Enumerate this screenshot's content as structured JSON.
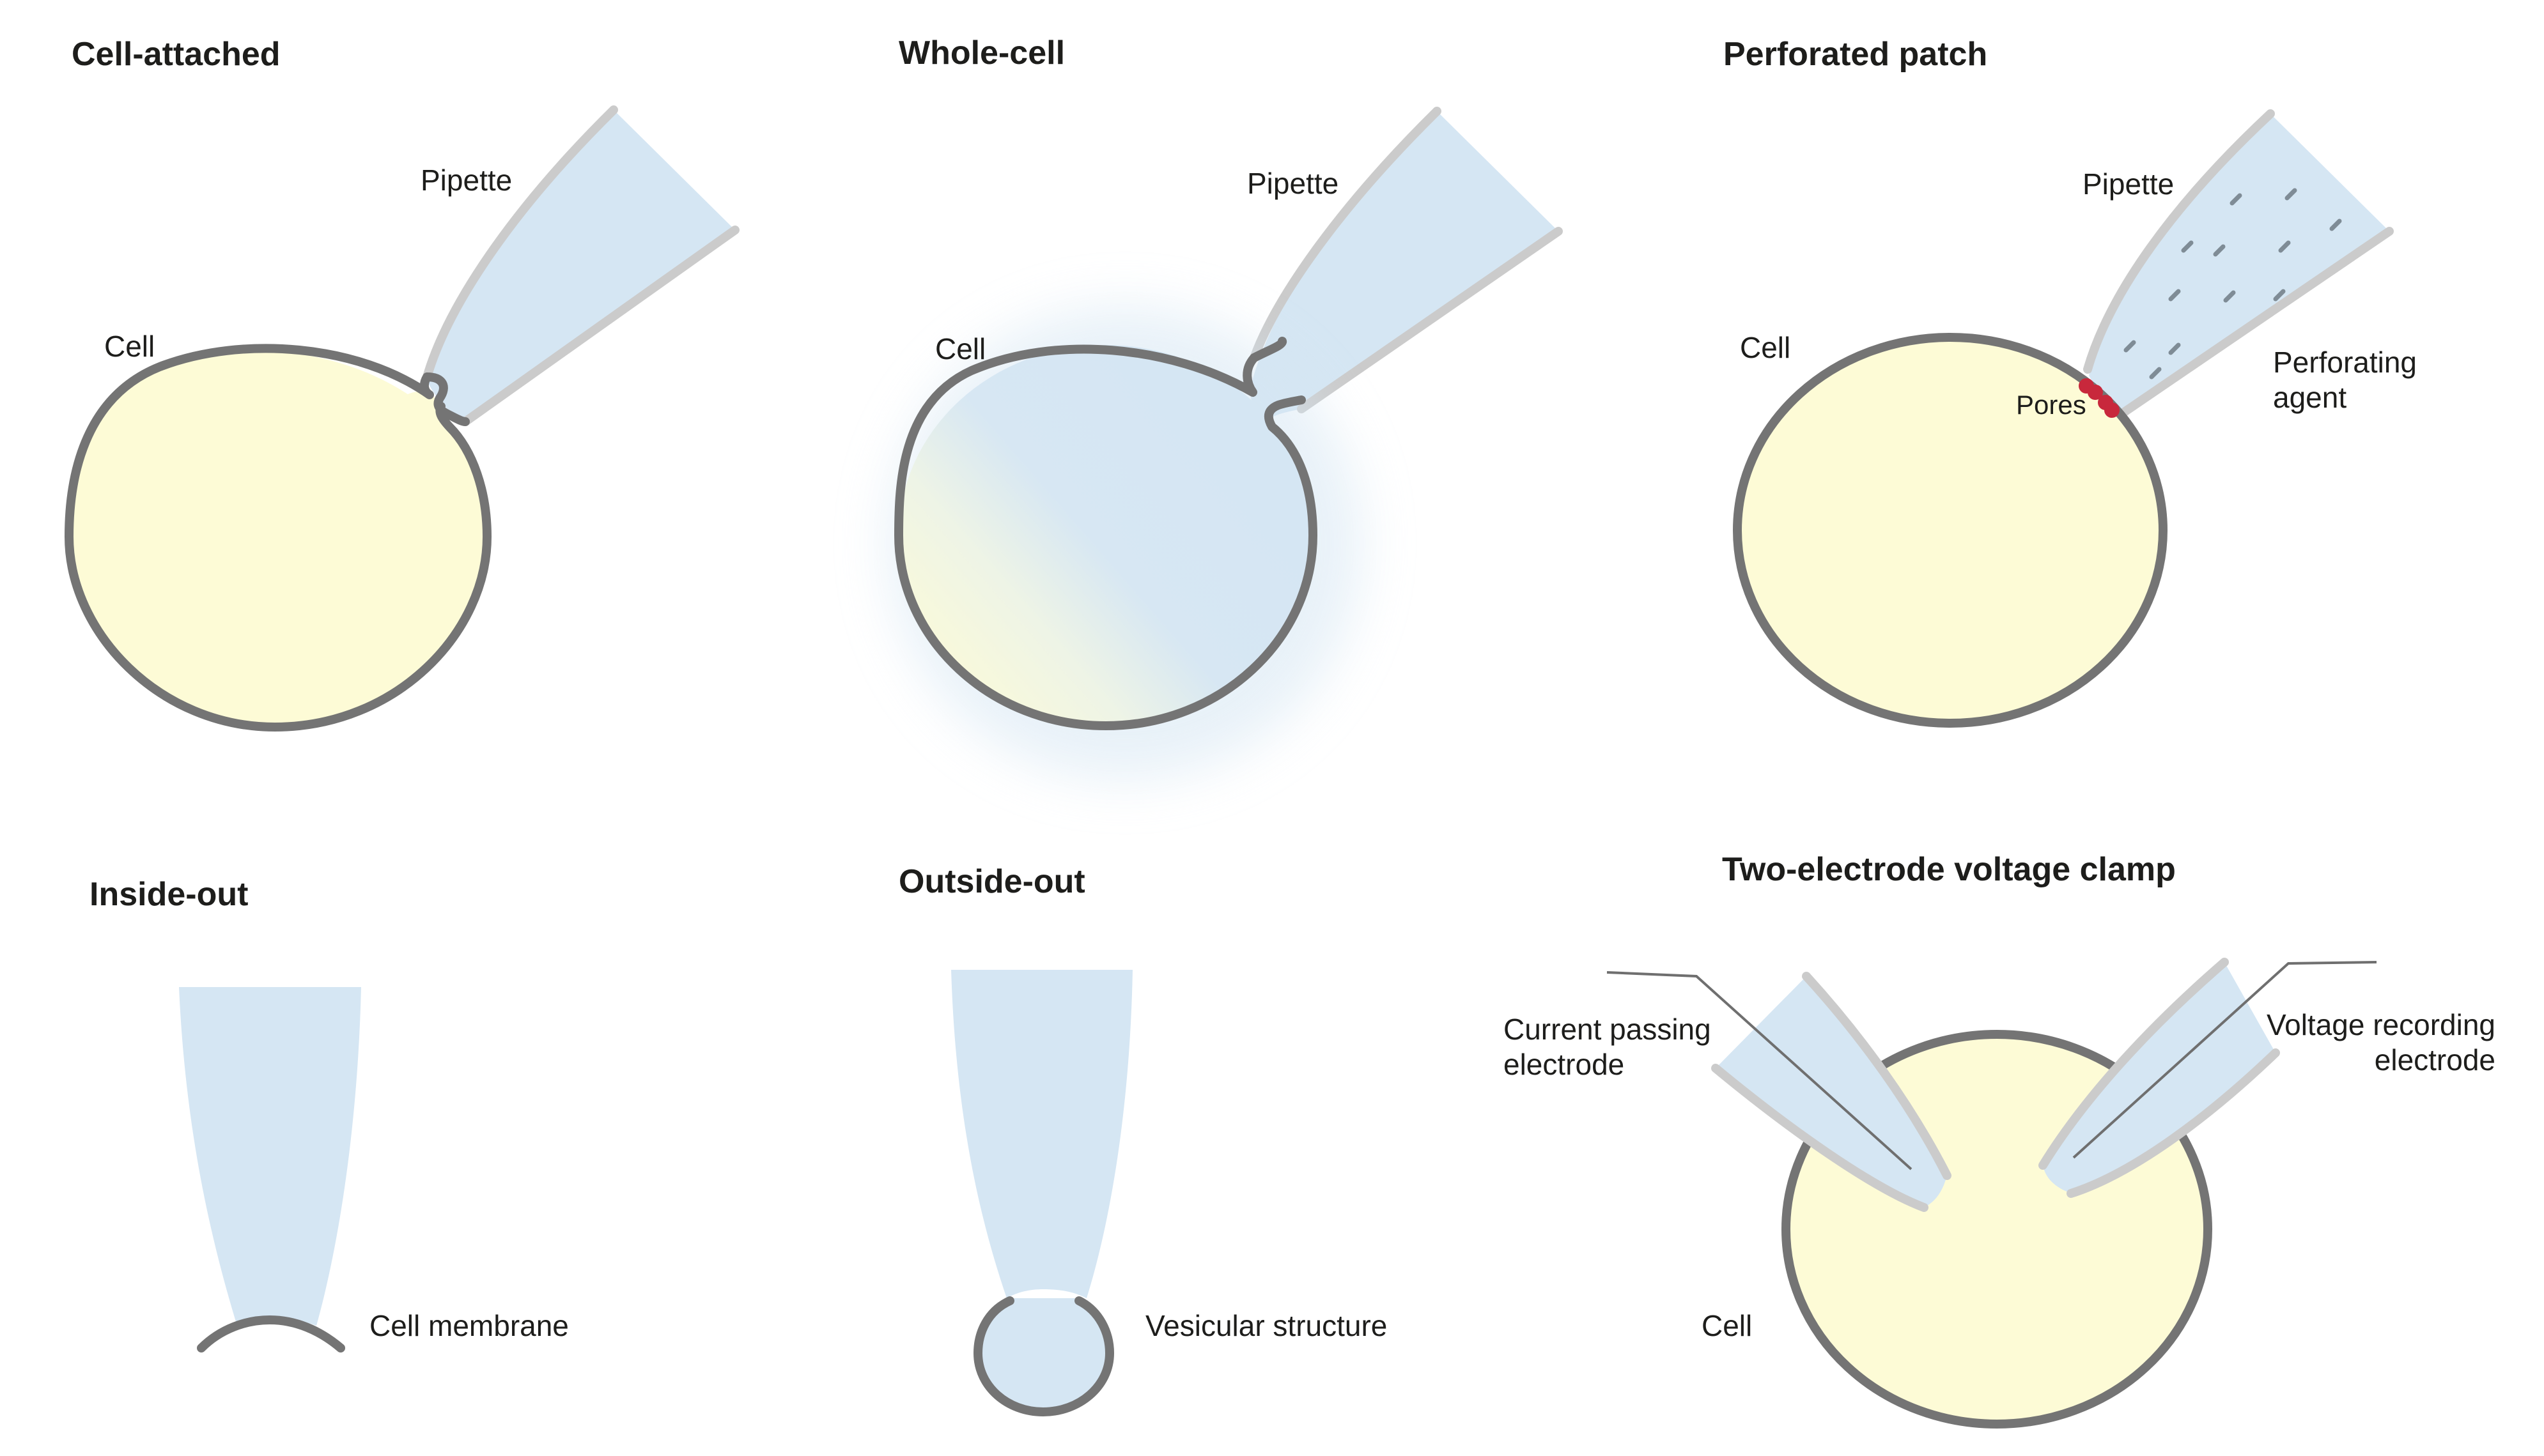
{
  "panels": {
    "cell_attached": {
      "title": "Cell-attached",
      "pipette_label": "Pipette",
      "cell_label": "Cell"
    },
    "whole_cell": {
      "title": "Whole-cell",
      "pipette_label": "Pipette",
      "cell_label": "Cell"
    },
    "perforated_patch": {
      "title": "Perforated patch",
      "pipette_label": "Pipette",
      "cell_label": "Cell",
      "pores_label": "Pores",
      "agent_label_line1": "Perforating",
      "agent_label_line2": "agent"
    },
    "inside_out": {
      "title": "Inside-out",
      "membrane_label": "Cell membrane"
    },
    "outside_out": {
      "title": "Outside-out",
      "vesicle_label": "Vesicular structure"
    },
    "tevc": {
      "title": "Two-electrode voltage clamp",
      "current_label_line1": "Current passing",
      "current_label_line2": "electrode",
      "voltage_label_line1": "Voltage recording",
      "voltage_label_line2": "electrode",
      "cell_label": "Cell"
    }
  },
  "colors": {
    "cell": "#fdfbd6",
    "pipette": "#d5e6f3",
    "pipette_wall": "#cbcbcb",
    "membrane": "#747474",
    "pores": "#c8283c",
    "text": "#1d1d1b"
  }
}
